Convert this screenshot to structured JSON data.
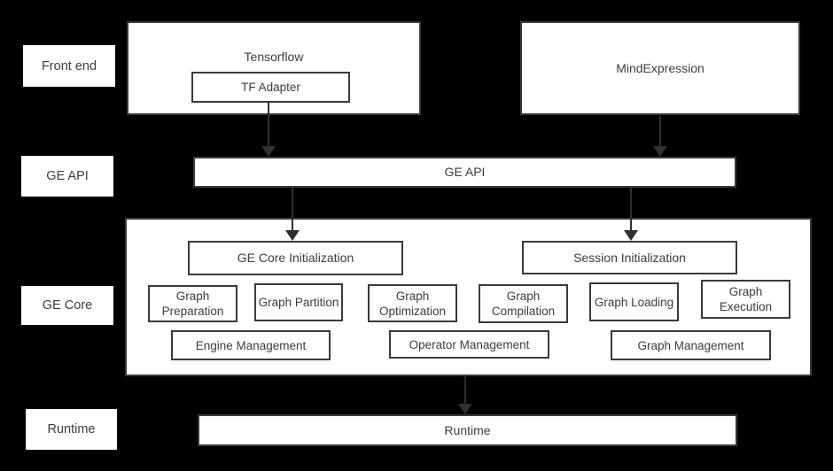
{
  "diagram": {
    "background_color": "#000000",
    "box_fill": "#ffffff",
    "border_color": "#3a3a3a",
    "text_color": "#3d3d3d",
    "arrow_color": "#2f2f2f",
    "row_labels": [
      {
        "label": "Front end"
      },
      {
        "label": "GE API"
      },
      {
        "label": "GE Core"
      },
      {
        "label": "Runtime"
      }
    ],
    "front_end": {
      "tensorflow_label": "Tensorflow",
      "tf_adapter_label": "TF Adapter",
      "mindexpression_label": "MindExpression"
    },
    "ge_api": {
      "label": "GE API"
    },
    "ge_core": {
      "init_left": "GE Core Initialization",
      "init_right": "Session Initialization",
      "stages": [
        {
          "label": "Graph Preparation"
        },
        {
          "label": "Graph Partition"
        },
        {
          "label": "Graph Optimization"
        },
        {
          "label": "Graph Compilation"
        },
        {
          "label": "Graph Loading"
        },
        {
          "label": "Graph Execution"
        }
      ],
      "management": [
        {
          "label": "Engine Management"
        },
        {
          "label": "Operator Management"
        },
        {
          "label": "Graph Management"
        }
      ]
    },
    "runtime": {
      "label": "Runtime"
    }
  }
}
